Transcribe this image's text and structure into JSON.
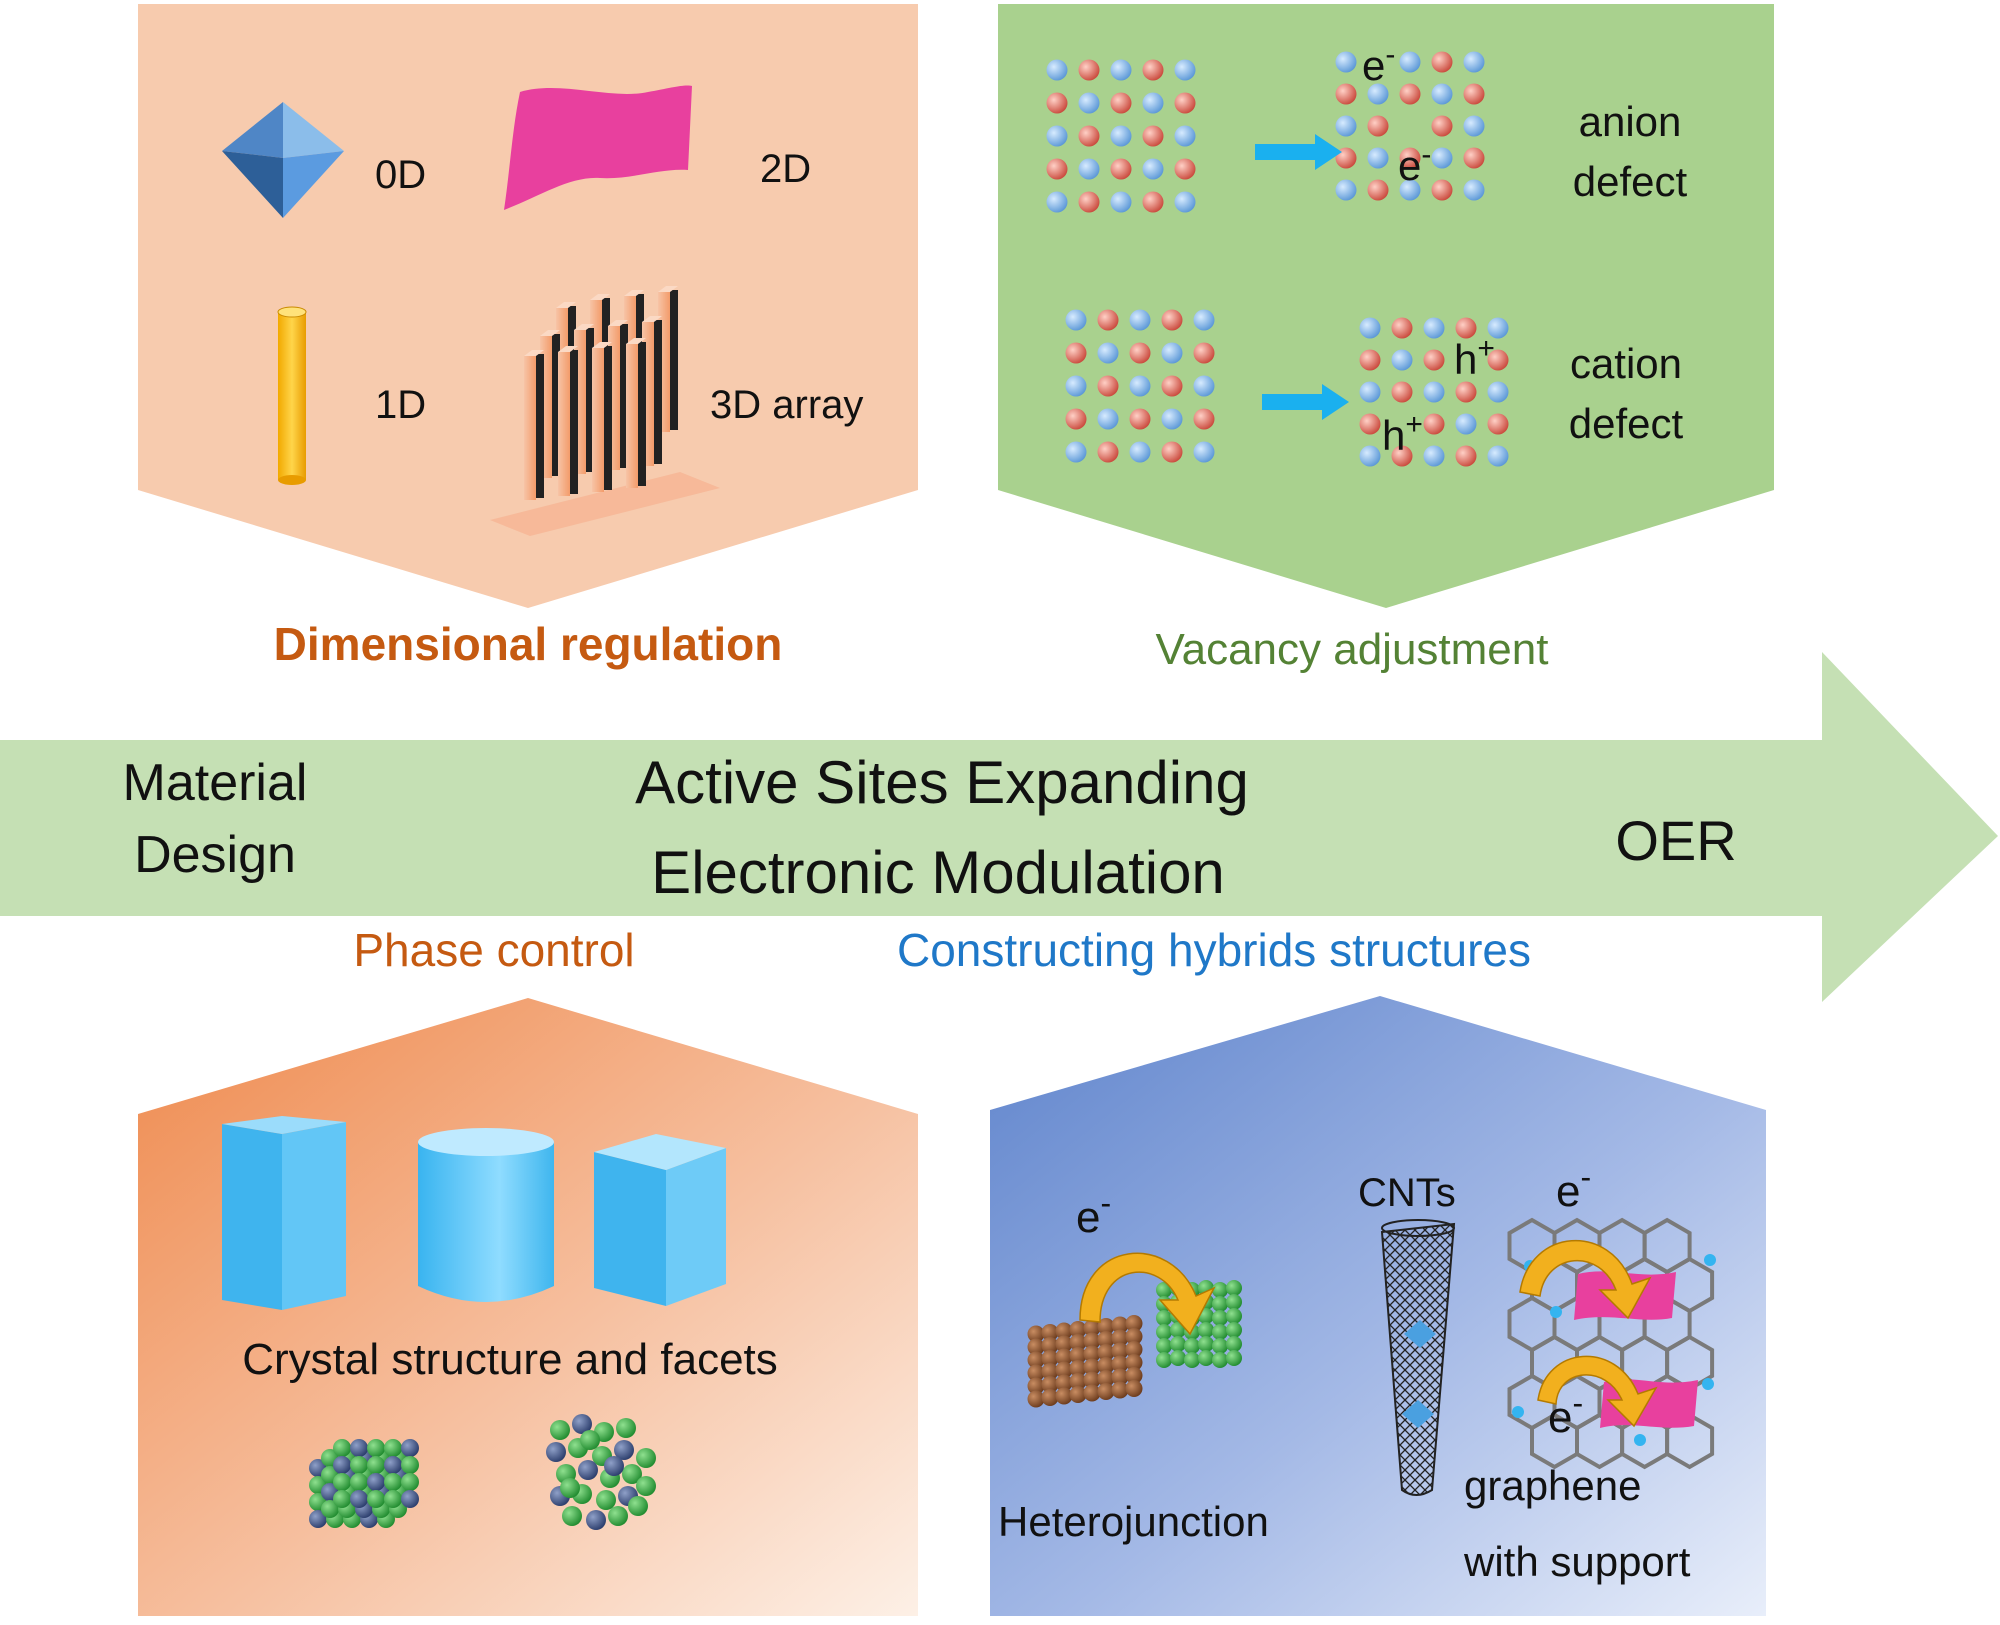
{
  "colors": {
    "peach_panel": "#f7cbae",
    "green_panel": "#a9d18e",
    "arrow_fill": "#c5e0b4",
    "orange_text": "#c55a11",
    "green_text": "#548235",
    "blue_text": "#1f78c8",
    "atom_blue": "#7fb3e8",
    "atom_red": "#e06a5a",
    "arrow_blue": "#1ab0ef"
  },
  "dimensional": {
    "title": "Dimensional regulation",
    "labels": {
      "zero_d": "0D",
      "two_d": "2D",
      "one_d": "1D",
      "three_d": "3D array"
    }
  },
  "vacancy": {
    "title": "Vacancy adjustment",
    "electron": "e",
    "electron_sup": "-",
    "hole": "h",
    "hole_sup": "+",
    "anion": {
      "line1": "anion",
      "line2": "defect"
    },
    "cation": {
      "line1": "cation",
      "line2": "defect"
    }
  },
  "main_arrow": {
    "left_line1": "Material",
    "left_line2": "Design",
    "center_line1": "Active Sites Expanding",
    "center_line2": "Electronic Modulation",
    "right": "OER"
  },
  "phase": {
    "title": "Phase control",
    "caption": "Crystal structure and facets"
  },
  "hybrids": {
    "title": "Constructing hybrids structures",
    "heterojunction": "Heterojunction",
    "cnts": "CNTs",
    "graphene_line1": "graphene",
    "graphene_line2": "with support",
    "electron": "e",
    "electron_sup": "-"
  }
}
